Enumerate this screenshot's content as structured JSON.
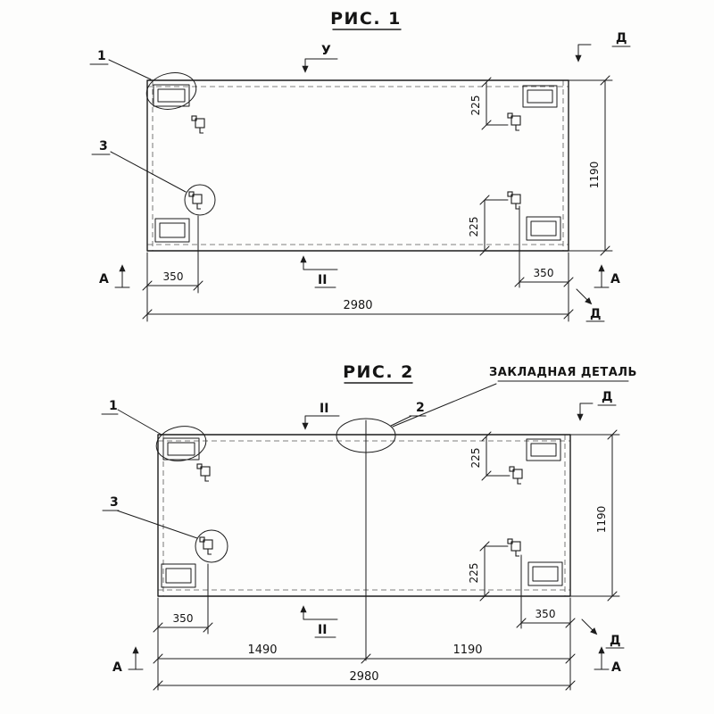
{
  "fig1": {
    "title": "РИС. 1",
    "callout_1": "1",
    "callout_3": "3",
    "section_top": "У",
    "section_bottom": "II",
    "marker_d_top": "Д",
    "marker_d_bottom": "Д",
    "marker_a_left": "А",
    "marker_a_right": "А",
    "dim_width": "2980",
    "dim_height": "1190",
    "dim_left_offset": "350",
    "dim_right_offset": "350",
    "dim_detail_top": "225",
    "dim_detail_bottom": "225"
  },
  "fig2": {
    "title": "РИС. 2",
    "embed_plate_label": "ЗАКЛАДНАЯ ДЕТАЛЬ",
    "callout_1": "1",
    "callout_2": "2",
    "callout_3": "3",
    "section_top": "II",
    "section_bottom": "II",
    "marker_d_top": "Д",
    "marker_d_bottom": "Д",
    "marker_a_left": "А",
    "marker_a_right": "А",
    "dim_width": "2980",
    "dim_height": "1190",
    "dim_left_offset": "350",
    "dim_right_offset": "350",
    "dim_segment_left": "1490",
    "dim_segment_right": "1190",
    "dim_detail_top": "225",
    "dim_detail_bottom": "225"
  }
}
